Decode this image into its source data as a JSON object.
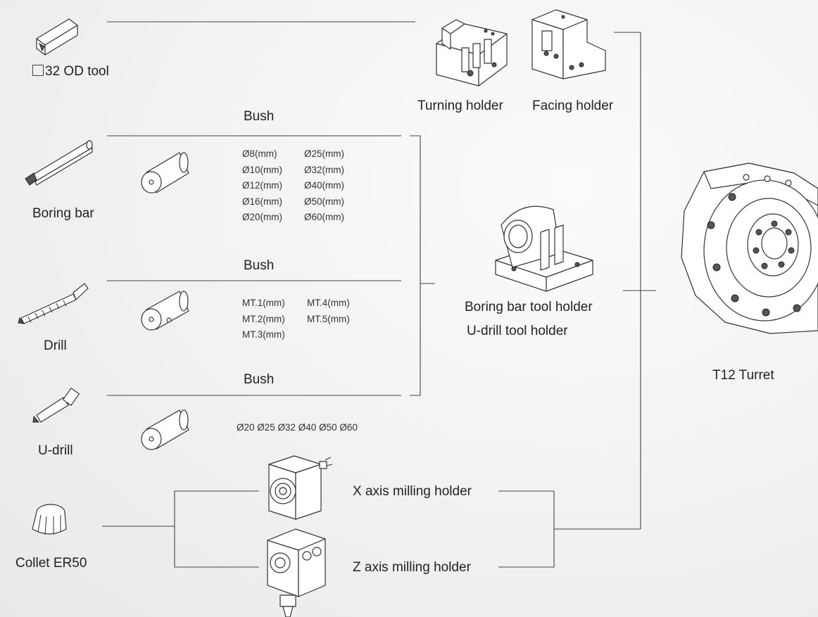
{
  "tools": {
    "od_tool": "32 OD tool",
    "boring_bar": "Boring bar",
    "drill": "Drill",
    "u_drill": "U-drill",
    "collet": "Collet ER50"
  },
  "bush_label": "Bush",
  "holders": {
    "turning": "Turning holder",
    "facing": "Facing holder",
    "boring": "Boring bar tool holder",
    "udrill": "U-drill tool holder",
    "x_mill": "X axis milling holder",
    "z_mill": "Z axis milling holder"
  },
  "turret": "T12 Turret",
  "boring_bush_sizes": [
    [
      "Ø8(mm)",
      "Ø25(mm)"
    ],
    [
      "Ø10(mm)",
      "Ø32(mm)"
    ],
    [
      "Ø12(mm)",
      "Ø40(mm)"
    ],
    [
      "Ø16(mm)",
      "Ø50(mm)"
    ],
    [
      "Ø20(mm)",
      "Ø60(mm)"
    ]
  ],
  "drill_bush_sizes": [
    [
      "MT.1(mm)",
      "MT.4(mm)"
    ],
    [
      "MT.2(mm)",
      "MT.5(mm)"
    ],
    [
      "MT.3(mm)",
      ""
    ]
  ],
  "udrill_bush_sizes": "Ø20  Ø25  Ø32  Ø40  Ø50  Ø60"
}
